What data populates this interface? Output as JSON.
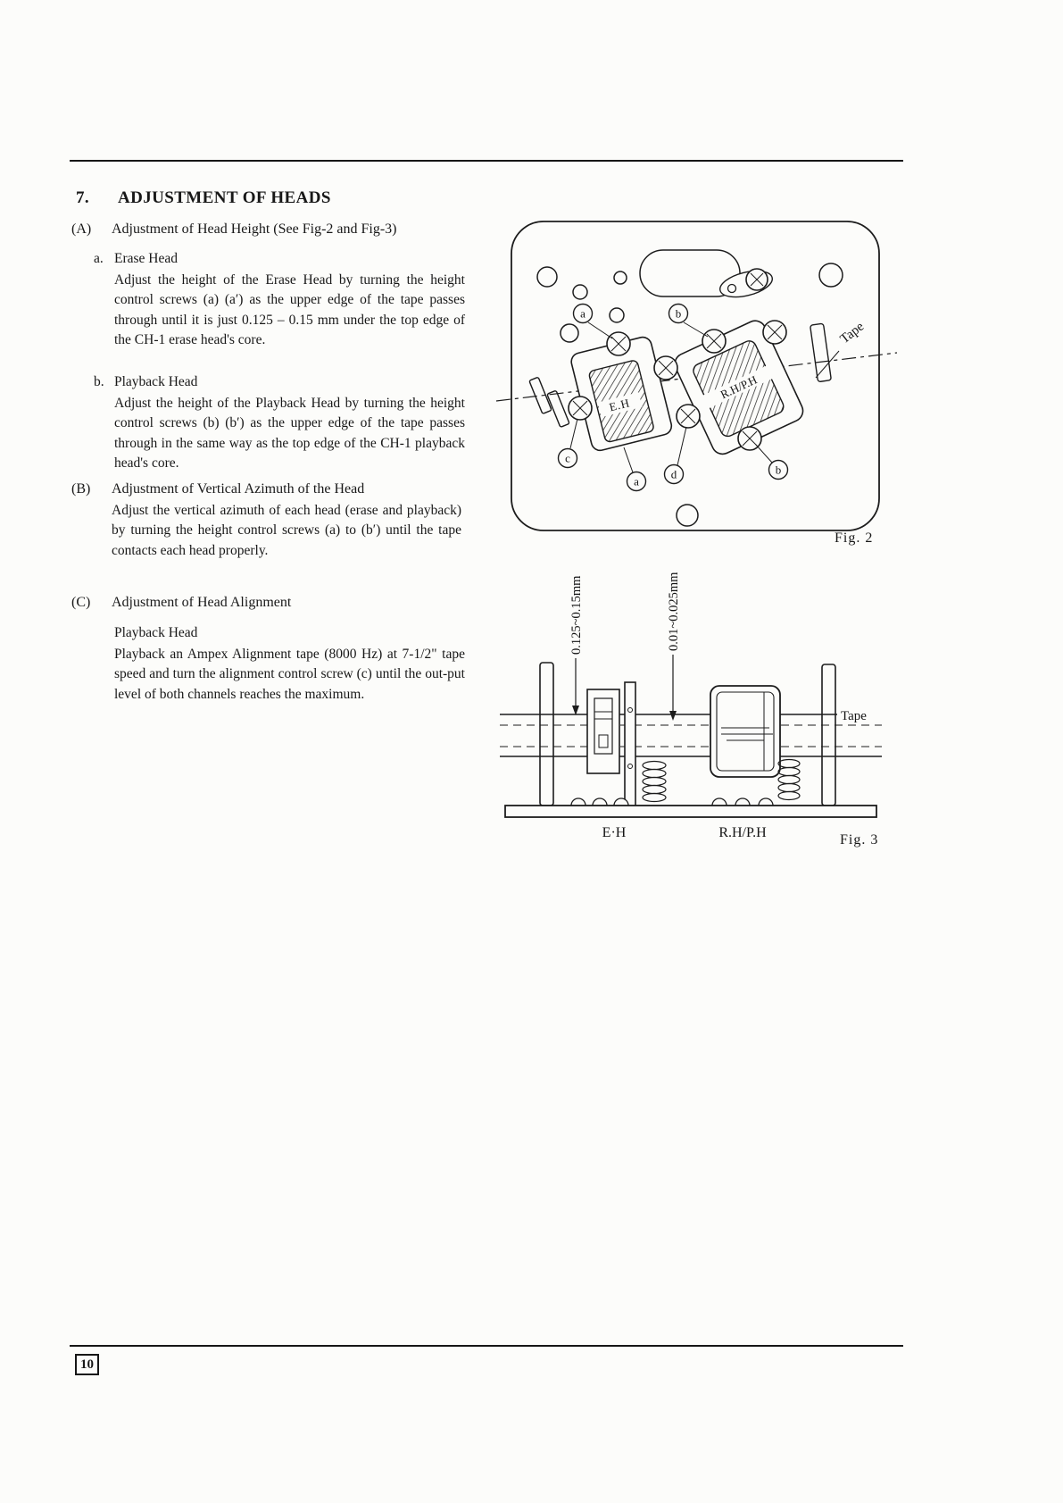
{
  "page": {
    "number": "10",
    "heading_number": "7.",
    "heading_title": "ADJUSTMENT OF HEADS"
  },
  "section_a": {
    "label": "(A)",
    "title": "Adjustment of Head Height (See Fig-2 and Fig-3)",
    "item_a_marker": "a.",
    "item_a_heading": "Erase Head",
    "item_a_body": "Adjust the height of the Erase Head by turning the height control screws (a) (a′) as the upper edge of the tape passes through until it is just 0.125 – 0.15 mm under the top edge of the CH-1 erase head's core.",
    "item_b_marker": "b.",
    "item_b_heading": "Playback Head",
    "item_b_body": "Adjust the height of the Playback Head by turning the height control screws (b) (b′) as the upper edge of the tape passes through in the same way as the top edge of the CH-1 playback head's core."
  },
  "section_b": {
    "label": "(B)",
    "title": "Adjustment of Vertical Azimuth of the Head",
    "body": "Adjust the vertical azimuth of each head (erase and playback) by turning the height control screws (a) to (b′) until the tape contacts each head properly."
  },
  "section_c": {
    "label": "(C)",
    "title": "Adjustment of Head Alignment",
    "subheading": "Playback Head",
    "body": "Playback an Ampex Alignment tape (8000 Hz) at 7-1/2\" tape speed and turn the alignment control screw (c) until the out-put level of both channels reaches the maximum."
  },
  "fig2": {
    "caption": "Fig. 2",
    "tape_label": "Tape",
    "erase_head_label": "E.H",
    "record_play_head_label": "R.H/P.H",
    "callout_a_top": "a",
    "callout_b_top": "b",
    "callout_c": "c",
    "callout_a_bottom": "a",
    "callout_d": "d",
    "callout_b_bottom": "b"
  },
  "fig3": {
    "caption": "Fig. 3",
    "tape_label": "Tape",
    "dim_erase": "0.125~0.15mm",
    "dim_play": "0.01~0.025mm",
    "erase_head_label": "E·H",
    "record_play_head_label": "R.H/P.H"
  }
}
